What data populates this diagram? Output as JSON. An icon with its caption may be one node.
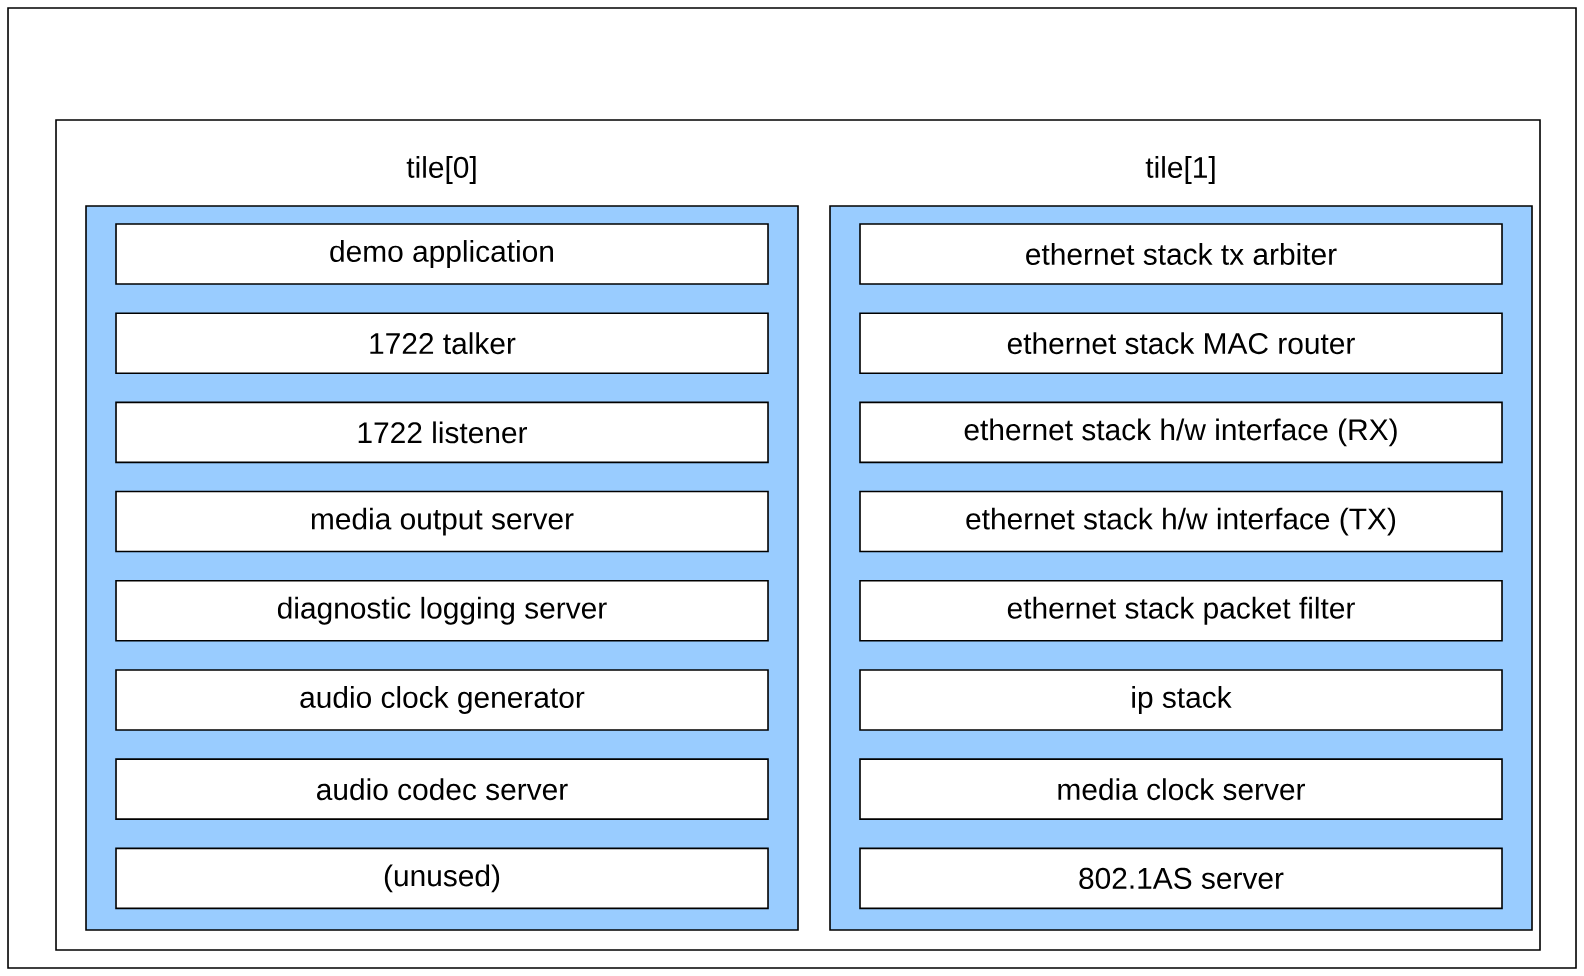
{
  "diagram": {
    "nodes": [
      {
        "text": [],
        "shape": "box"
      },
      {
        "text": [],
        "shape": "box",
        "in": 0
      },
      {
        "text": [
          "tile[0]"
        ],
        "in": 1
      },
      {
        "text": [
          "demo application"
        ],
        "in": 2
      },
      {
        "text": [
          "1722 talker"
        ],
        "in": 2
      },
      {
        "text": [
          "1722 listener"
        ],
        "in": 2
      },
      {
        "text": [
          "media output server"
        ],
        "in": 2
      },
      {
        "text": [
          "diagnostic logging server"
        ],
        "in": 2
      },
      {
        "text": [
          "audio clock generator"
        ],
        "in": 2
      },
      {
        "text": [
          "audio codec server"
        ],
        "in": 2
      },
      {
        "text": [
          "(unused)"
        ],
        "in": 2
      },
      {
        "text": [
          "tile[1]"
        ],
        "in": 1
      },
      {
        "text": [
          "ethernet stack tx arbiter"
        ],
        "in": 11
      },
      {
        "text": [
          "ethernet stack MAC router"
        ],
        "in": 11
      },
      {
        "text": [
          "ethernet stack h/w interface (RX)"
        ],
        "in": 11
      },
      {
        "text": [
          "ethernet stack h/w interface (TX)"
        ],
        "in": 11
      },
      {
        "text": [
          "ethernet stack packet filter"
        ],
        "in": 11
      },
      {
        "text": [
          "ip stack"
        ],
        "in": 11
      },
      {
        "text": [
          "media clock server"
        ],
        "in": 11
      },
      {
        "text": [
          "802.1AS server"
        ],
        "in": 11
      }
    ]
  }
}
